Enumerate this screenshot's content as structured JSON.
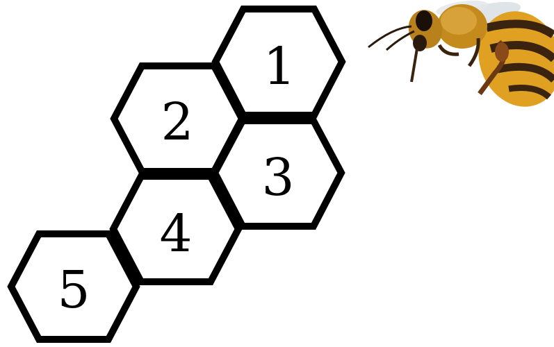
{
  "colors": {
    "background": "#ffffff",
    "hex_stroke": "#000000",
    "hex_fill": "#ffffff",
    "bee_body": "#e0a021",
    "bee_stripe": "#3a2410",
    "bee_dark": "#1a1008",
    "bee_wing": "#d7dde2"
  },
  "cells": [
    {
      "label": "1"
    },
    {
      "label": "2"
    },
    {
      "label": "3"
    },
    {
      "label": "4"
    },
    {
      "label": "5"
    }
  ],
  "illustration": "honeybee"
}
